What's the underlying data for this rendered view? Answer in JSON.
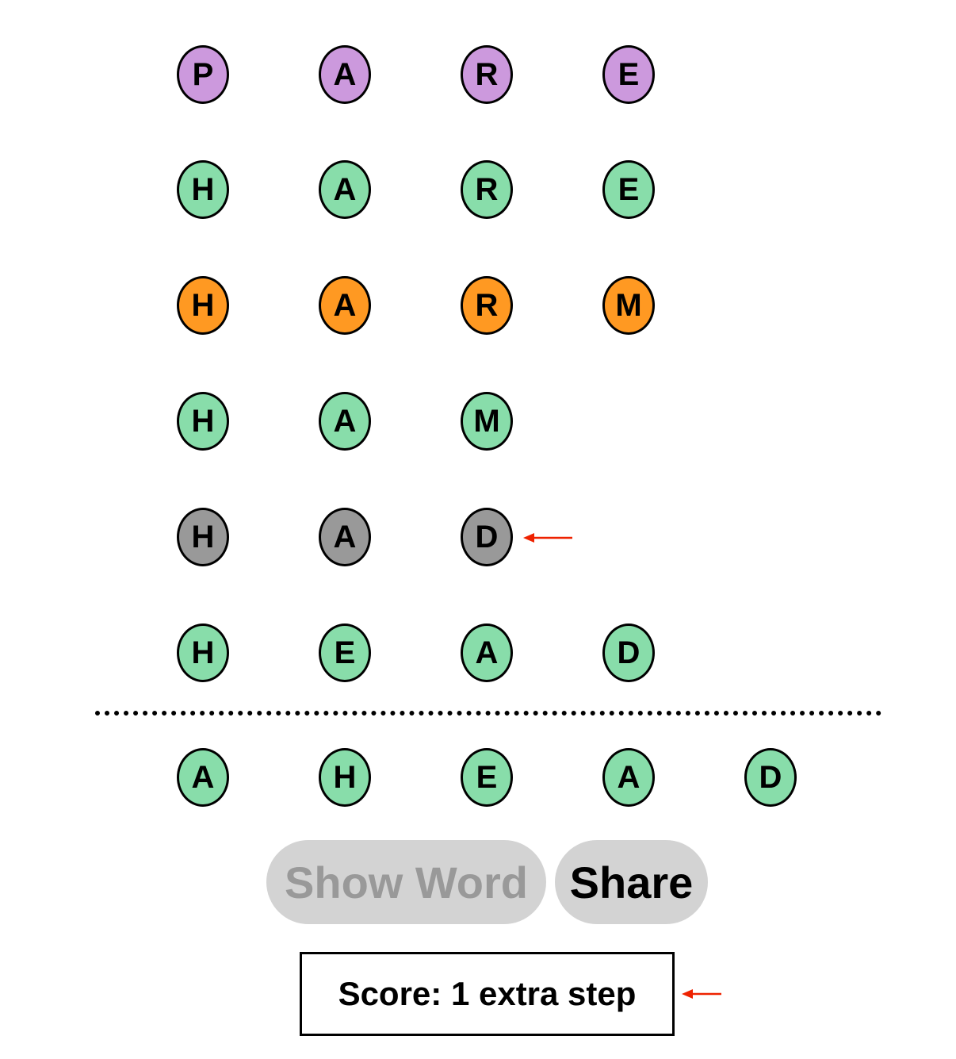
{
  "colors": {
    "purple": "#cc99dd",
    "green": "#88ddaa",
    "orange": "#ff9922",
    "gray": "#999999",
    "arrow": "#ee2200",
    "button_bg": "#d3d3d3",
    "button_disabled_text": "#999999"
  },
  "rows": [
    {
      "color": "purple",
      "letters": [
        "P",
        "A",
        "R",
        "E"
      ]
    },
    {
      "color": "green",
      "letters": [
        "H",
        "A",
        "R",
        "E"
      ]
    },
    {
      "color": "orange",
      "letters": [
        "H",
        "A",
        "R",
        "M"
      ]
    },
    {
      "color": "green",
      "letters": [
        "H",
        "A",
        "M"
      ]
    },
    {
      "color": "gray",
      "letters": [
        "H",
        "A",
        "D"
      ]
    },
    {
      "color": "green",
      "letters": [
        "H",
        "E",
        "A",
        "D"
      ]
    }
  ],
  "target": {
    "color": "green",
    "letters": [
      "A",
      "H",
      "E",
      "A",
      "D"
    ]
  },
  "buttons": {
    "show_word": "Show Word",
    "share": "Share"
  },
  "score": {
    "text": "Score: 1 extra step"
  },
  "icons": {
    "row_pointer": "left-arrow-icon",
    "score_pointer": "left-arrow-icon"
  }
}
